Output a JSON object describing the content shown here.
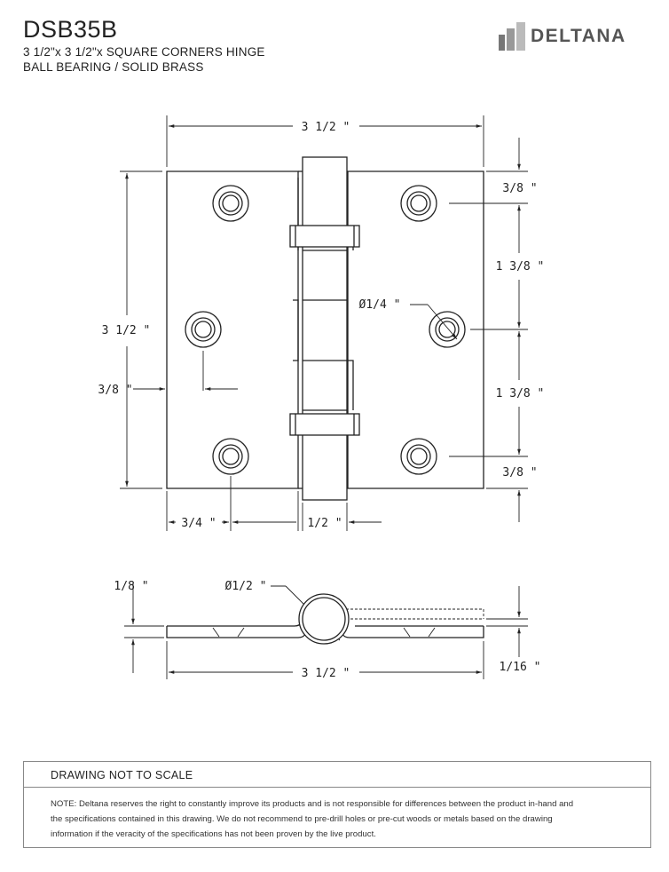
{
  "header": {
    "title": "DSB35B",
    "subtitle_line1": "3 1/2\"x 3 1/2\"x SQUARE CORNERS HINGE",
    "subtitle_line2": "BALL BEARING / SOLID BRASS"
  },
  "logo": {
    "text": "DELTANA",
    "icon": "deltana-logo-icon"
  },
  "dimensions": {
    "overall_width": "3 1/2 \"",
    "overall_height": "3 1/2 \"",
    "top_offset": "3/8 \"",
    "hole_spacing_upper": "1 3/8 \"",
    "hole_spacing_lower": "1 3/8 \"",
    "bottom_offset": "3/8 \"",
    "left_edge_offset": "3/8 \"",
    "hole_diameter": "Ø1/4 \"",
    "hole_x_offset": "3/4 \"",
    "knuckle_width": "1/2 \"",
    "leaf_thickness_top": "1/8 \"",
    "knuckle_diameter": "Ø1/2 \"",
    "side_overall_width": "3 1/2 \"",
    "leaf_thickness": "1/16 \""
  },
  "note": {
    "heading": "DRAWING NOT TO SCALE",
    "line1": "NOTE: Deltana reserves the right to constantly improve its products and is not responsible for differences between the product in-hand and",
    "line2": "the specifications contained in this drawing. We do not recommend to pre-drill holes or pre-cut woods or metals based on the drawing",
    "line3": "information if the veracity of the specifications has not been proven by the live product."
  }
}
